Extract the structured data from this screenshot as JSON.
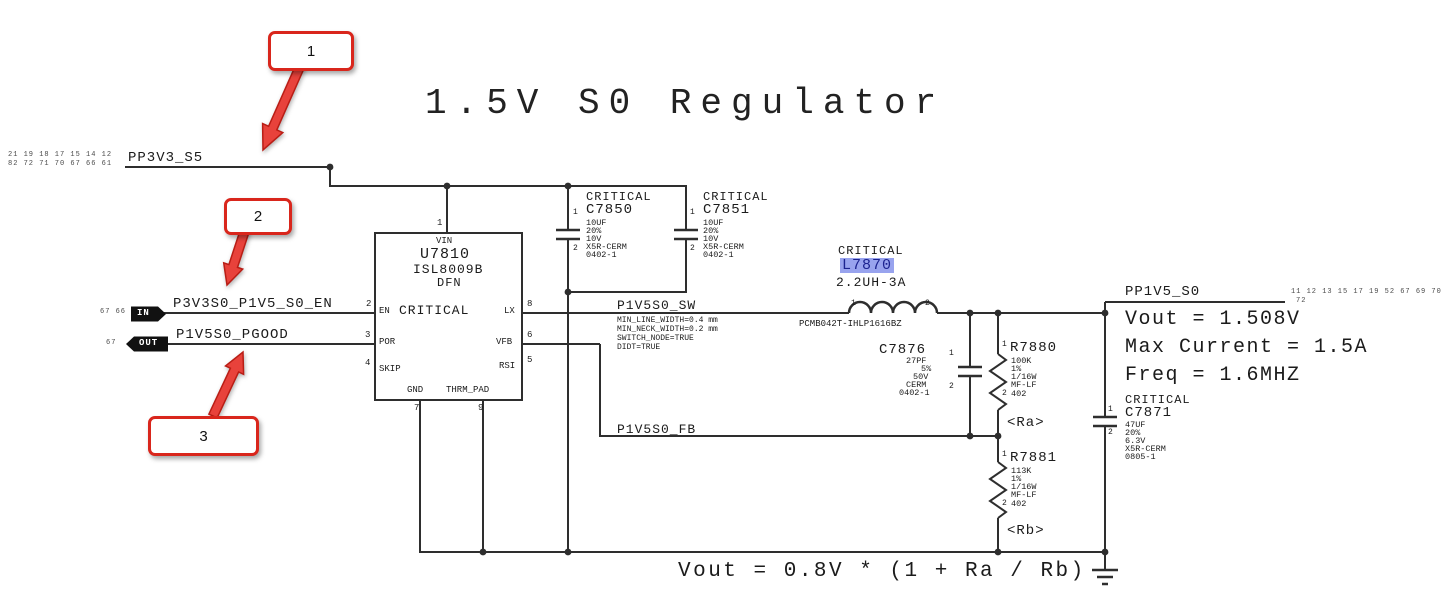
{
  "title": "1.5V S0 Regulator",
  "callouts": {
    "c1": "1",
    "c2": "2",
    "c3": "3"
  },
  "nets": {
    "pp3v3_s5": {
      "label": "PP3V3_S5",
      "refs_row1": "21 19 18 17 15 14 12",
      "refs_row2": "82 72 71 70 67 66 61"
    },
    "en": {
      "port": "IN",
      "refs": "67 66",
      "label": "P3V3S0_P1V5_S0_EN"
    },
    "pgood": {
      "port": "OUT",
      "refs": "67",
      "label": "P1V5S0_PGOOD"
    },
    "sw": {
      "label": "P1V5S0_SW",
      "note1": "MIN_LINE_WIDTH=0.4 mm",
      "note2": "MIN_NECK_WIDTH=0.2 mm",
      "note3": "SWITCH_NODE=TRUE",
      "note4": "DIDT=TRUE"
    },
    "fb": {
      "label": "P1V5S0_FB"
    },
    "pp1v5_s0": {
      "label": "PP1V5_S0",
      "refs_row1": "11 12 13 15 17 19 52 67 69 70",
      "refs_row2": "72"
    }
  },
  "u7810": {
    "critical": "CRITICAL",
    "refdes": "U7810",
    "part": "ISL8009B",
    "pkg": "DFN",
    "pin_names": {
      "vin": "VIN",
      "en": "EN",
      "por": "POR",
      "skip": "SKIP",
      "rsi": "RSI",
      "vfb": "VFB",
      "gnd": "GND",
      "lx": "LX",
      "thrm": "THRM_PAD"
    },
    "pin_nums": {
      "vin": "1",
      "en": "2",
      "por": "3",
      "skip": "4",
      "rsi": "5",
      "vfb": "6",
      "gnd": "7",
      "lx": "8",
      "thrm": "9"
    }
  },
  "c7850": {
    "critical": "CRITICAL",
    "refdes": "C7850",
    "pin1": "1",
    "pin2": "2",
    "value": "10UF",
    "tol": "20%",
    "voltage": "10V",
    "dielectric": "X5R-CERM",
    "package": "0402-1"
  },
  "c7851": {
    "critical": "CRITICAL",
    "refdes": "C7851",
    "pin1": "1",
    "pin2": "2",
    "value": "10UF",
    "tol": "20%",
    "voltage": "10V",
    "dielectric": "X5R-CERM",
    "package": "0402-1"
  },
  "l7870": {
    "critical": "CRITICAL",
    "refdes": "L7870",
    "value": "2.2UH-3A",
    "part": "PCMB042T-IHLP1616BZ",
    "pin1": "1",
    "pin2": "2"
  },
  "c7876": {
    "refdes": "C7876",
    "pin1": "1",
    "pin2": "2",
    "value": "27PF",
    "tol": "5%",
    "voltage": "50V",
    "dielectric": "CERM",
    "package": "0402-1"
  },
  "r7880": {
    "refdes": "R7880",
    "pin1": "1",
    "pin2": "2",
    "value": "100K",
    "tol": "1%",
    "power": "1/16W",
    "type": "MF-LF",
    "package": "402",
    "alias": "<Ra>"
  },
  "r7881": {
    "refdes": "R7881",
    "pin1": "1",
    "pin2": "2",
    "value": "113K",
    "tol": "1%",
    "power": "1/16W",
    "type": "MF-LF",
    "package": "402",
    "alias": "<Rb>"
  },
  "c7871": {
    "critical": "CRITICAL",
    "refdes": "C7871",
    "pin1": "1",
    "pin2": "2",
    "value": "47UF",
    "tol": "20%",
    "voltage": "6.3V",
    "dielectric": "X5R-CERM",
    "package": "0805-1"
  },
  "annotations": {
    "vout": "Vout = 1.508V",
    "max_current": "Max Current = 1.5A",
    "freq": "Freq = 1.6MHZ",
    "formula": "Vout = 0.8V * (1 + Ra / Rb)"
  }
}
